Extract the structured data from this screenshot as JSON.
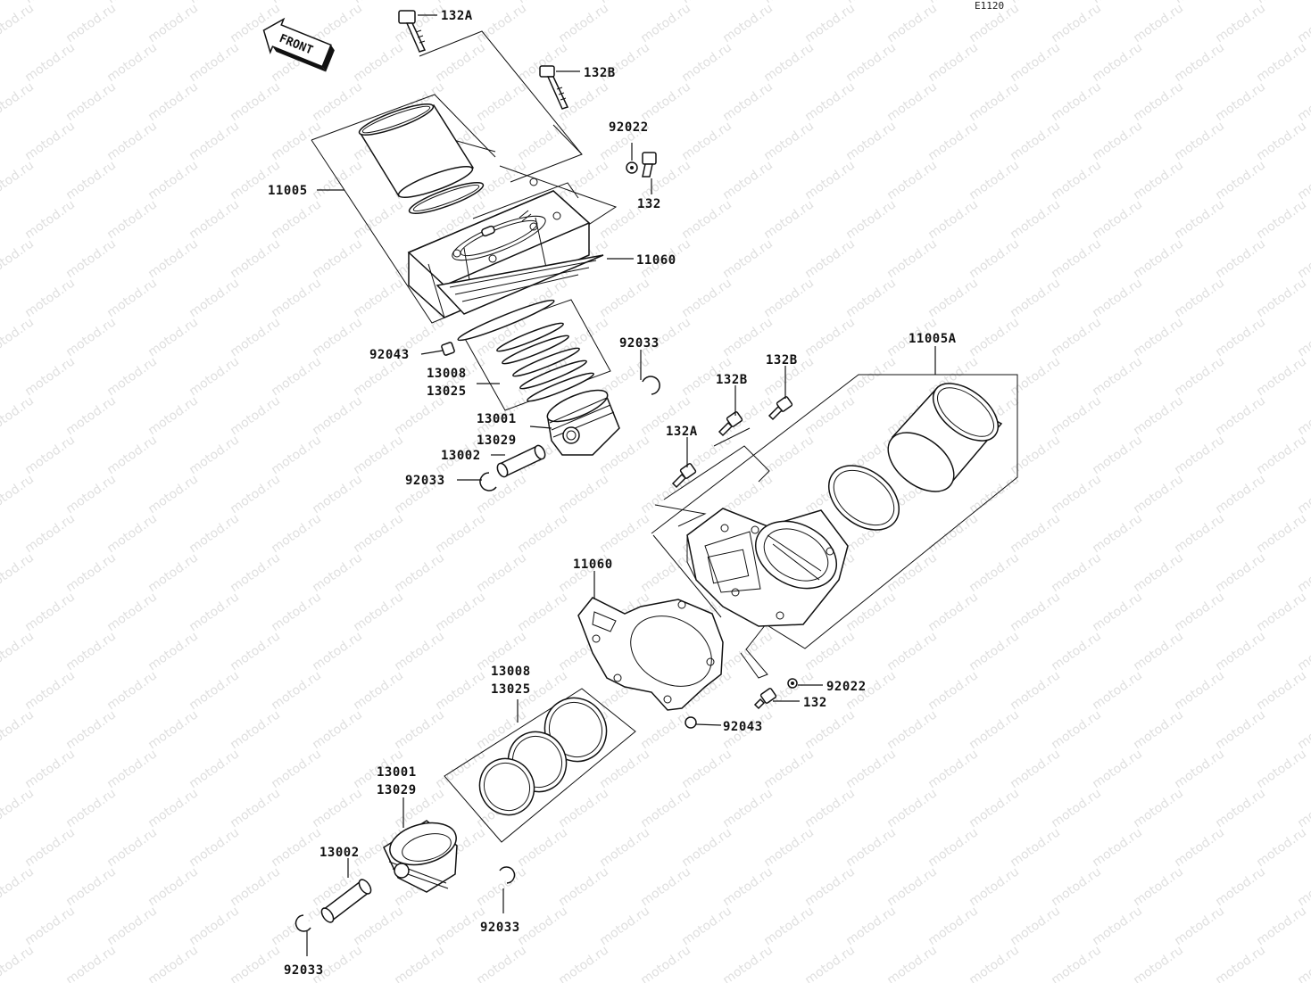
{
  "diagram": {
    "code": "E1120",
    "front_label": "FRONT",
    "watermark": "motod.ru",
    "labels": {
      "p132a_top": "132A",
      "p132b_top": "132B",
      "p92022_top": "92022",
      "p132_top": "132",
      "p11005": "11005",
      "p11060_top": "11060",
      "p92043_top": "92043",
      "p92033_top_right": "92033",
      "p13008_top": "13008",
      "p13025_top": "13025",
      "p13001_top": "13001",
      "p13029_top": "13029",
      "p13002_top": "13002",
      "p92033_top_left": "92033",
      "p11005a": "11005A",
      "p132b_right": "132B",
      "p132b_mid": "132B",
      "p132a_mid": "132A",
      "p11060_bottom": "11060",
      "p13008_bottom": "13008",
      "p13025_bottom": "13025",
      "p92022_bottom": "92022",
      "p132_bottom": "132",
      "p92043_bottom": "92043",
      "p13001_bottom": "13001",
      "p13029_bottom": "13029",
      "p13002_bottom": "13002",
      "p92033_bottom_right": "92033",
      "p92033_bottom_left": "92033"
    }
  }
}
